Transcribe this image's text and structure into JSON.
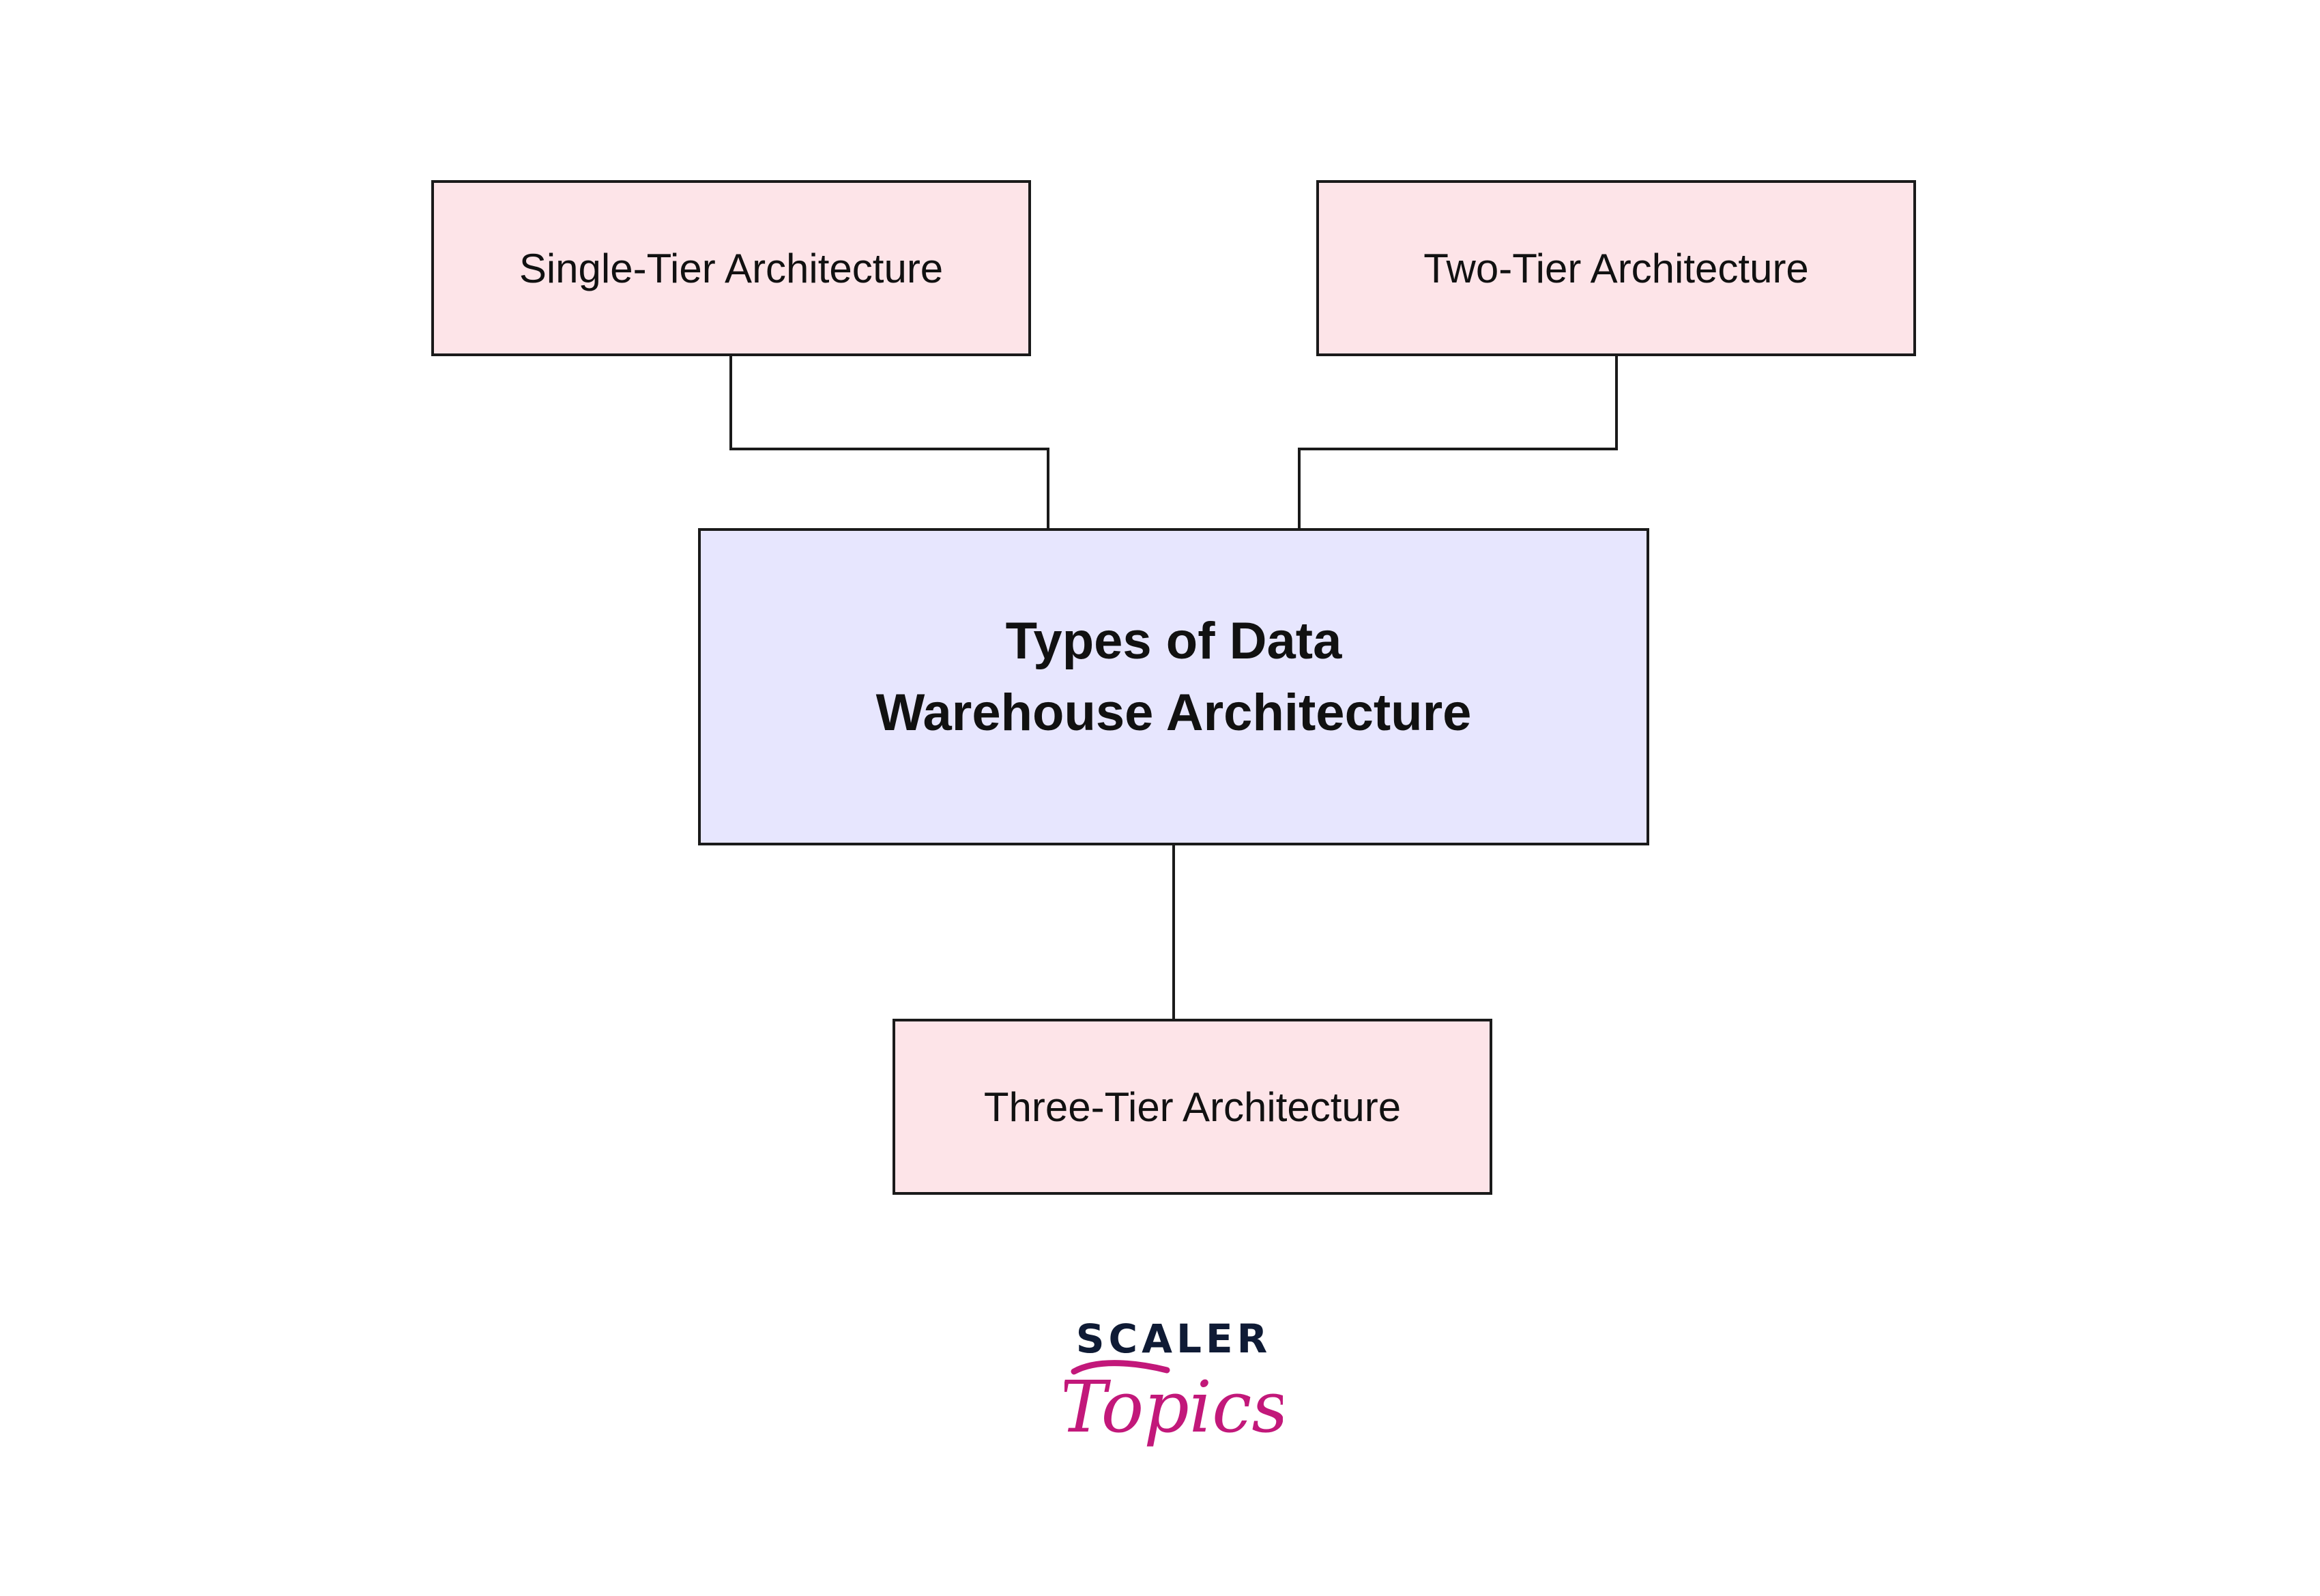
{
  "diagram": {
    "center": {
      "line1": "Types of Data",
      "line2": "Warehouse Architecture"
    },
    "nodes": [
      {
        "label": "Single-Tier Architecture"
      },
      {
        "label": "Two-Tier Architecture"
      },
      {
        "label": "Three-Tier Architecture"
      }
    ],
    "colors": {
      "leaf_fill": "#fde4e8",
      "center_fill": "#e7e6fe",
      "border": "#1a1a1a",
      "logo_dark": "#0f1b35",
      "logo_accent": "#c2187a"
    }
  },
  "logo": {
    "top": "SCALER",
    "bottom": "Topics"
  }
}
